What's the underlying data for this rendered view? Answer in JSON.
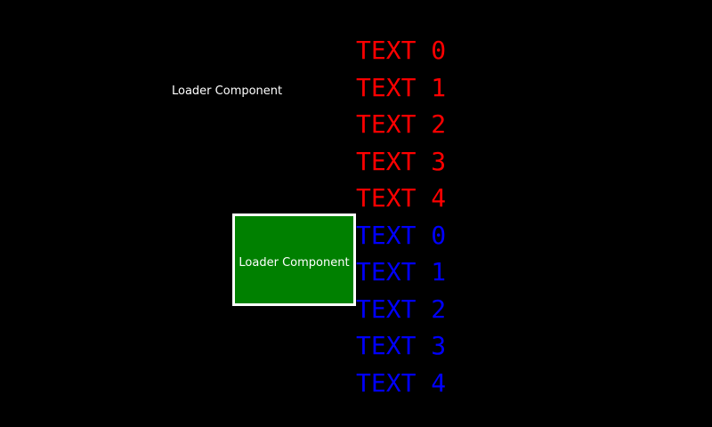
{
  "loader_top": {
    "label": "Loader Component"
  },
  "loader_box": {
    "label": "Loader Component",
    "background_color": "#008000",
    "border_color": "#ffffff"
  },
  "text_items": [
    {
      "label": "TEXT 0",
      "color": "#ff0000"
    },
    {
      "label": "TEXT 1",
      "color": "#ff0000"
    },
    {
      "label": "TEXT 2",
      "color": "#ff0000"
    },
    {
      "label": "TEXT 3",
      "color": "#ff0000"
    },
    {
      "label": "TEXT 4",
      "color": "#ff0000"
    },
    {
      "label": "TEXT 0",
      "color": "#0000ff"
    },
    {
      "label": "TEXT 1",
      "color": "#0000ff"
    },
    {
      "label": "TEXT 2",
      "color": "#0000ff"
    },
    {
      "label": "TEXT 3",
      "color": "#0000ff"
    },
    {
      "label": "TEXT 4",
      "color": "#0000ff"
    }
  ]
}
